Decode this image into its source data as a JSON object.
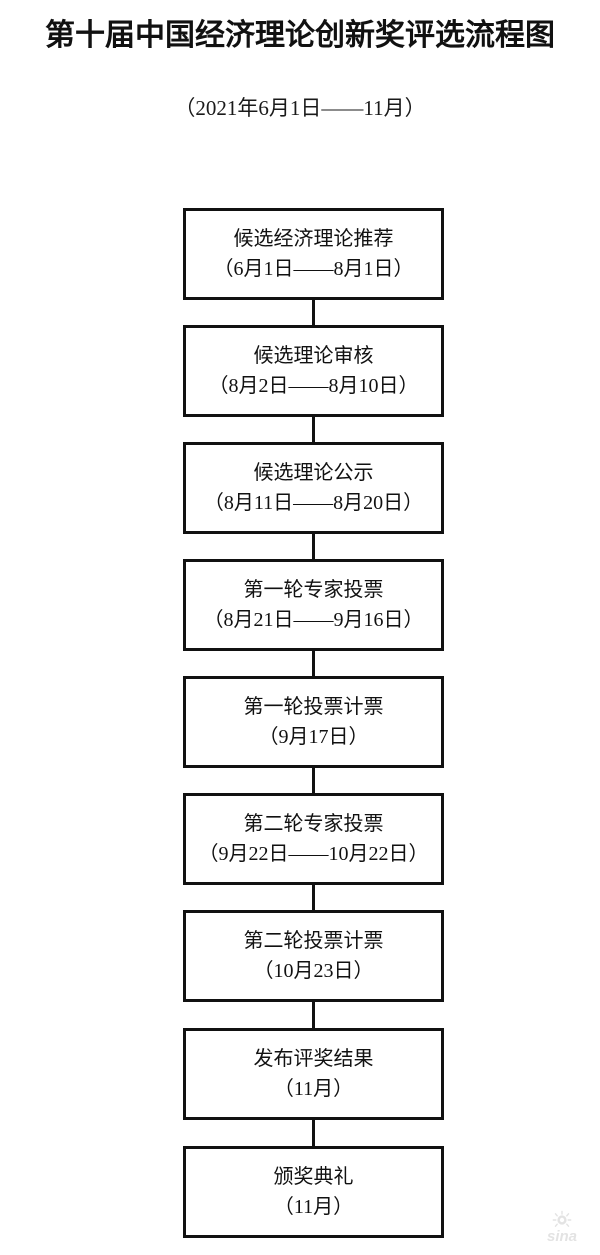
{
  "header": {
    "title": "第十届中国经济理论创新奖评选流程图",
    "subtitle": "（2021年6月1日——11月）"
  },
  "flowchart": {
    "orientation": "vertical",
    "connector_style": "straight-line",
    "node_count": 9,
    "border_color": "#111111",
    "background_color": "#ffffff",
    "nodes": [
      {
        "title": "候选经济理论推荐",
        "period": "（6月1日——8月1日）"
      },
      {
        "title": "候选理论审核",
        "period": "（8月2日——8月10日）"
      },
      {
        "title": "候选理论公示",
        "period": "（8月11日——8月20日）"
      },
      {
        "title": "第一轮专家投票",
        "period": "（8月21日——9月16日）"
      },
      {
        "title": "第一轮投票计票",
        "period": "（9月17日）"
      },
      {
        "title": "第二轮专家投票",
        "period": "（9月22日——10月22日）"
      },
      {
        "title": "第二轮投票计票",
        "period": "（10月23日）"
      },
      {
        "title": "发布评奖结果",
        "period": "（11月）"
      },
      {
        "title": "颁奖典礼",
        "period": "（11月）"
      }
    ]
  },
  "watermark": {
    "label": "sina",
    "color": "#c8c8c8"
  }
}
